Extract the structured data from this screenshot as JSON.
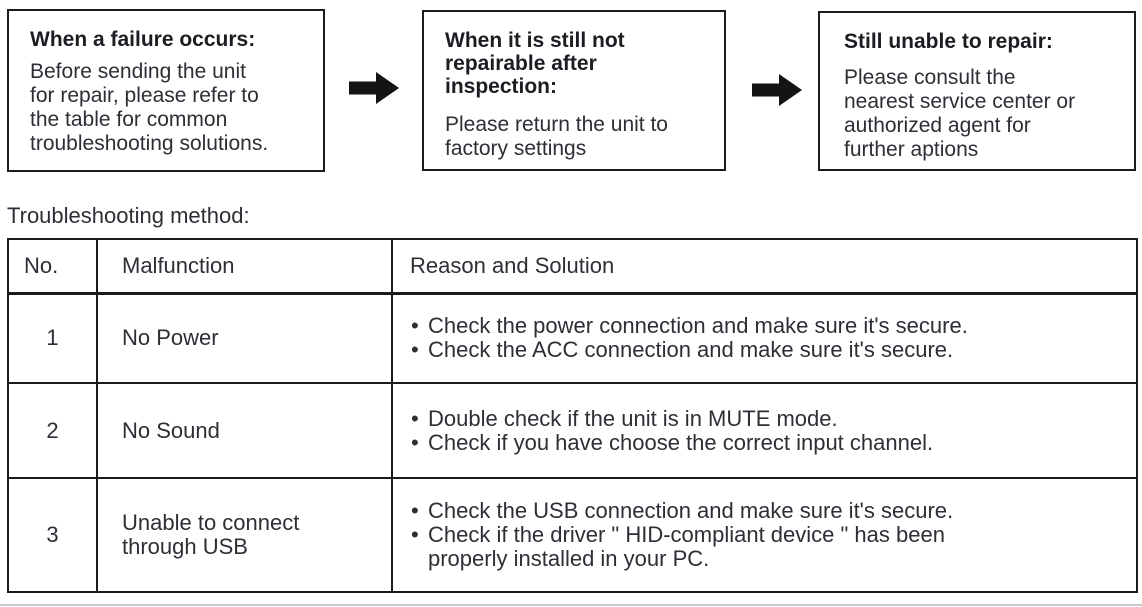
{
  "colors": {
    "background": "#ffffff",
    "text": "#2e2e36",
    "heading": "#1c1c22",
    "border": "#1b1b1b",
    "arrow": "#141414",
    "bottom_divider": "#c9c9c9"
  },
  "icons": {
    "flow_connector": "arrow-right"
  },
  "flow": {
    "steps": [
      {
        "heading": "When a failure occurs:",
        "body": "Before sending the unit\nfor repair, please refer to\nthe table for common\ntroubleshooting solutions."
      },
      {
        "heading": "When it is still not\nrepairable after\ninspection:",
        "body": "Please return the unit to\nfactory settings"
      },
      {
        "heading": "Still unable to repair:",
        "body": "Please consult the\nnearest service center or\nauthorized agent for\nfurther aptions"
      }
    ]
  },
  "section_label": "Troubleshooting method:",
  "table": {
    "headers": [
      "No.",
      "Malfunction",
      "Reason and Solution"
    ],
    "rows": [
      {
        "no": "1",
        "malfunction": "No Power",
        "solutions": [
          "Check the power connection and make sure it's secure.",
          "Check the ACC connection and make sure it's secure."
        ]
      },
      {
        "no": "2",
        "malfunction": "No Sound",
        "solutions": [
          "Double check if the unit is in MUTE mode.",
          "Check if you have choose the correct input channel."
        ]
      },
      {
        "no": "3",
        "malfunction": "Unable to connect\nthrough USB",
        "solutions": [
          "Check the USB connection and make sure it's secure.",
          "Check if the driver \" HID-compliant device \" has been\nproperly installed in your PC."
        ]
      }
    ]
  }
}
